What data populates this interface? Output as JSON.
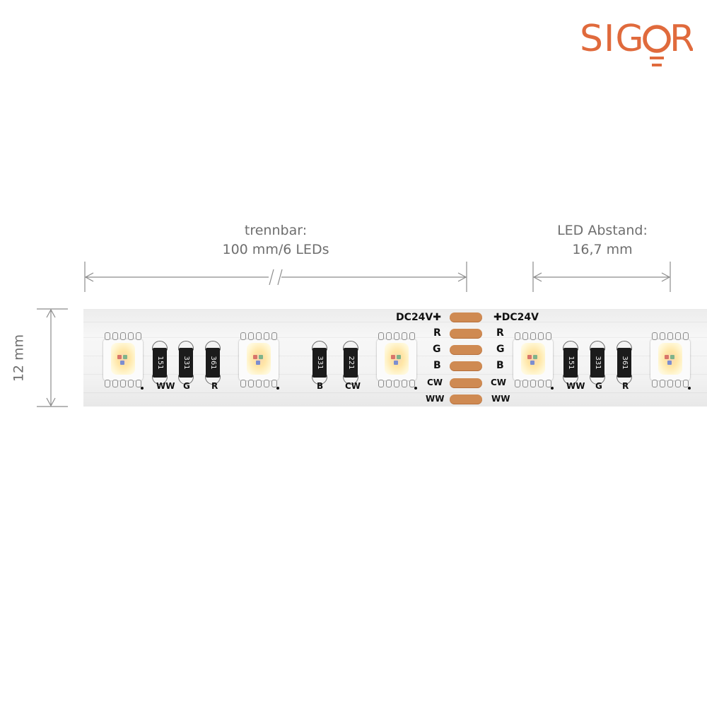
{
  "brand": {
    "name": "SIGOR",
    "color": "#e06a3c"
  },
  "dimensions": {
    "cut": {
      "line1": "trennbar:",
      "line2": "100 mm/6 LEDs"
    },
    "led_spacing": {
      "line1": "LED Abstand:",
      "line2": "16,7 mm"
    },
    "width": "12 mm"
  },
  "pads": {
    "left": [
      "DC24V",
      "R",
      "G",
      "B",
      "CW",
      "WW"
    ],
    "right": [
      "DC24V",
      "R",
      "G",
      "B",
      "CW",
      "WW"
    ],
    "color": "#cf8a52"
  },
  "segments": [
    {
      "labels": [
        "WW",
        "G",
        "R"
      ],
      "codes": [
        "151",
        "331",
        "361"
      ]
    },
    {
      "labels": [
        "B",
        "CW"
      ],
      "codes": [
        "331",
        "221"
      ]
    },
    {
      "labels": [
        "WW",
        "G",
        "R"
      ],
      "codes": [
        "151",
        "331",
        "361"
      ]
    }
  ]
}
